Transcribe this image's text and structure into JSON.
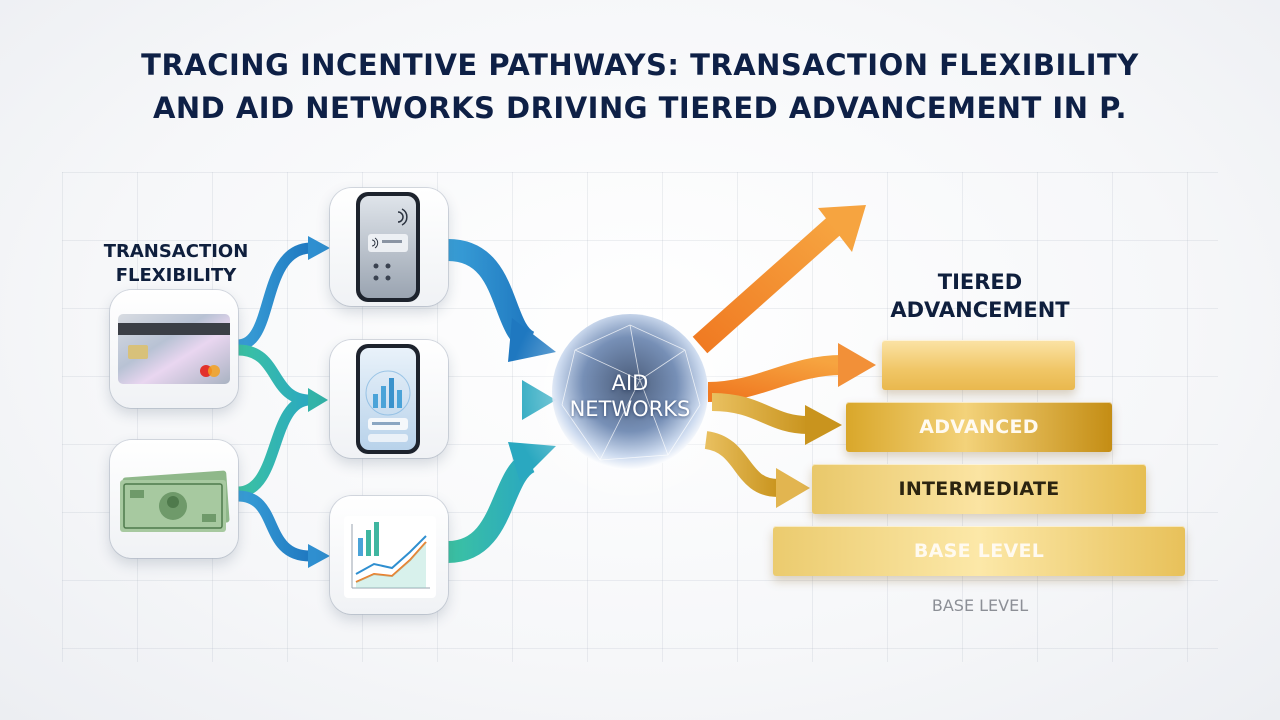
{
  "title": {
    "line1": "TRACING INCENTIVE PATHWAYS: TRANSACTION FLEXIBILITY",
    "line2": "AND AID NETWORKS DRIVING TIERED ADVANCEMENT IN P."
  },
  "left_group": {
    "line1": "TRANSACTION",
    "line2": "FLEXIBILITY"
  },
  "hub": {
    "line1": "AID",
    "line2": "NETWORKS"
  },
  "right_group": {
    "line1": "TIERED",
    "line2": "ADVANCEMENT"
  },
  "tiers": [
    {
      "label": ""
    },
    {
      "label": "ADVANCED"
    },
    {
      "label": "INTERMEDIATE"
    },
    {
      "label": "BASE LEVEL"
    }
  ],
  "footer_label": "BASE LEVEL",
  "icons": {
    "card": "credit-card-icon",
    "cash": "cash-bills-icon",
    "phone_pay": "contactless-phone-icon",
    "phone_chart": "phone-bar-chart-icon",
    "chart": "line-chart-icon"
  },
  "colors": {
    "title": "#0e2046",
    "blue_arrow": "#2f8fd0",
    "teal_arrow": "#2fb5a8",
    "orange_arrow": "#f08a2c",
    "gold": "#e0b43a"
  }
}
